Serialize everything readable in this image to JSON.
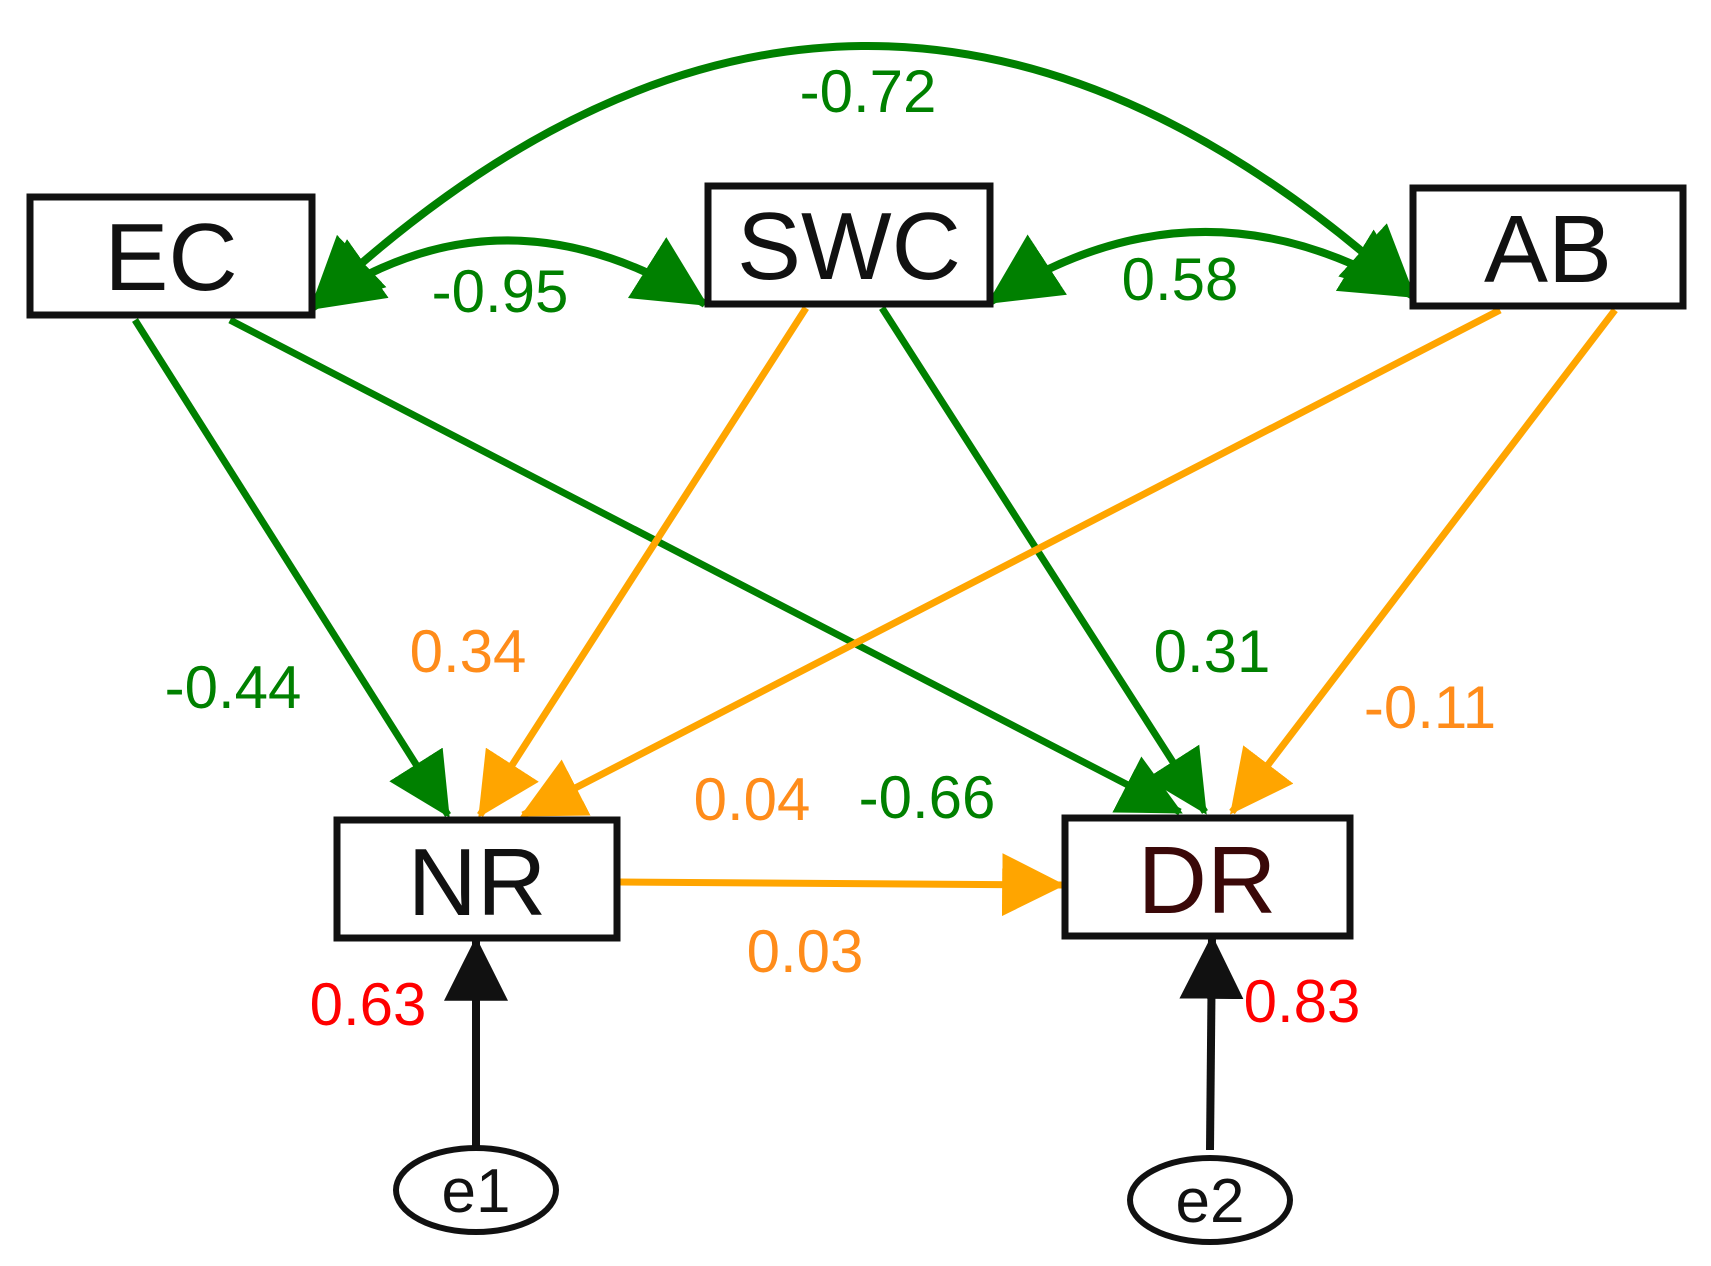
{
  "colors": {
    "positive_path": "#FFA500",
    "positive_label": "#FF8C1A",
    "negative": "#008000",
    "error": "#FF0000",
    "outline": "#111111"
  },
  "nodes": {
    "EC": "EC",
    "SWC": "SWC",
    "AB": "AB",
    "NR": "NR",
    "DR": "DR",
    "e1": "e1",
    "e2": "e2"
  },
  "coefficients": {
    "ec_ab": "-0.72",
    "ec_swc": "-0.95",
    "swc_ab": "0.58",
    "ec_nr": "-0.44",
    "swc_nr": "0.34",
    "ab_nr": "0.04",
    "ec_dr": "-0.66",
    "swc_dr": "0.31",
    "ab_dr": "-0.11",
    "nr_dr": "0.03",
    "e1_nr": "0.63",
    "e2_dr": "0.83"
  }
}
